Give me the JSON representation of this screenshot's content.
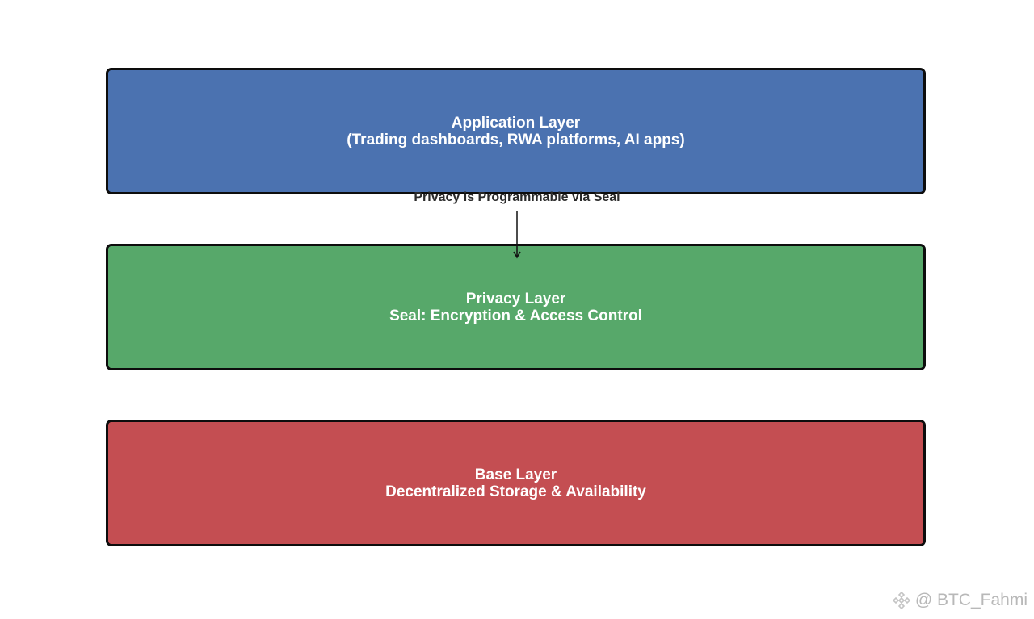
{
  "diagram": {
    "layers": [
      {
        "id": "application",
        "title": "Application Layer",
        "subtitle": "(Trading dashboards, RWA platforms, AI apps)",
        "color": "#4b72b0"
      },
      {
        "id": "privacy",
        "title": "Privacy Layer",
        "subtitle": "Seal: Encryption & Access Control",
        "color": "#57a86a"
      },
      {
        "id": "base",
        "title": "Base Layer",
        "subtitle": "Decentralized Storage & Availability",
        "color": "#c44e52"
      }
    ],
    "edge": {
      "from": "application",
      "to": "privacy",
      "label": "Privacy is Programmable via Seal"
    }
  },
  "watermark": {
    "text": "@ BTC_Fahmi",
    "icon": "binance-logo-icon"
  }
}
